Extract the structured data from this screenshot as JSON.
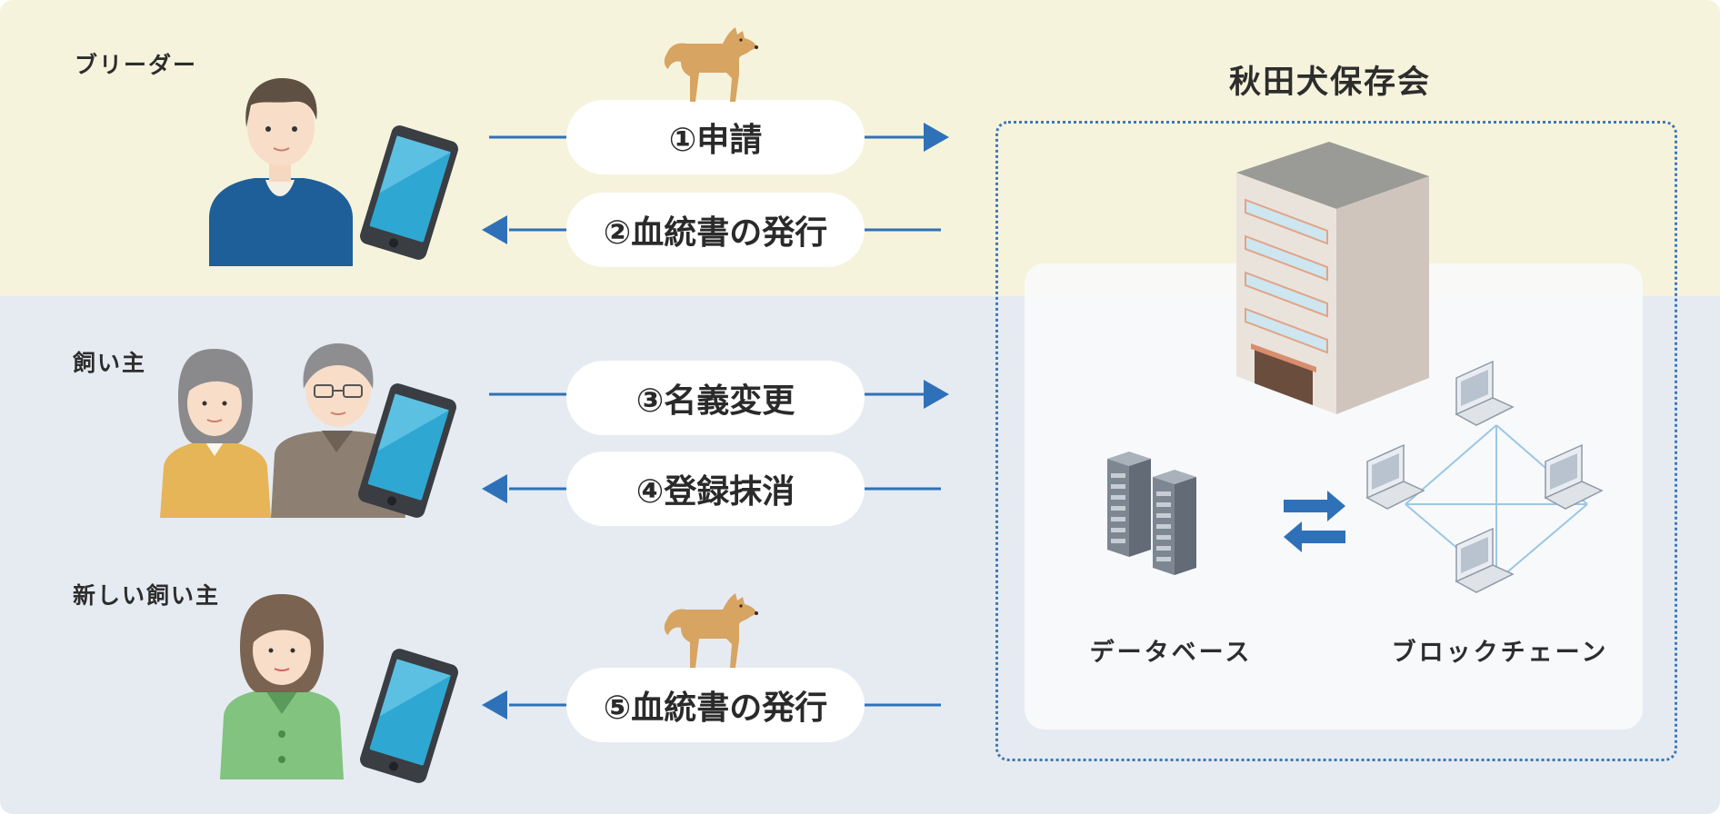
{
  "roles": {
    "breeder": "ブリーダー",
    "owner": "飼い主",
    "new_owner": "新しい飼い主"
  },
  "organization": "秋田犬保存会",
  "steps": [
    {
      "label": "①申請",
      "direction": "right"
    },
    {
      "label": "②血統書の発行",
      "direction": "left"
    },
    {
      "label": "③名義変更",
      "direction": "right"
    },
    {
      "label": "④登録抹消",
      "direction": "left"
    },
    {
      "label": "⑤血統書の発行",
      "direction": "left"
    }
  ],
  "systems": {
    "database": "データベース",
    "blockchain": "ブロックチェーン"
  },
  "colors": {
    "breeder_band": "#f6f3dd",
    "owner_band": "#e6ebf2",
    "arrow": "#2f71b8",
    "dotted_border": "#3e79b7"
  },
  "icons": [
    "dog-icon",
    "person-icon",
    "smartphone-icon",
    "building-icon",
    "server-icon",
    "laptop-icon",
    "sync-arrows-icon"
  ]
}
